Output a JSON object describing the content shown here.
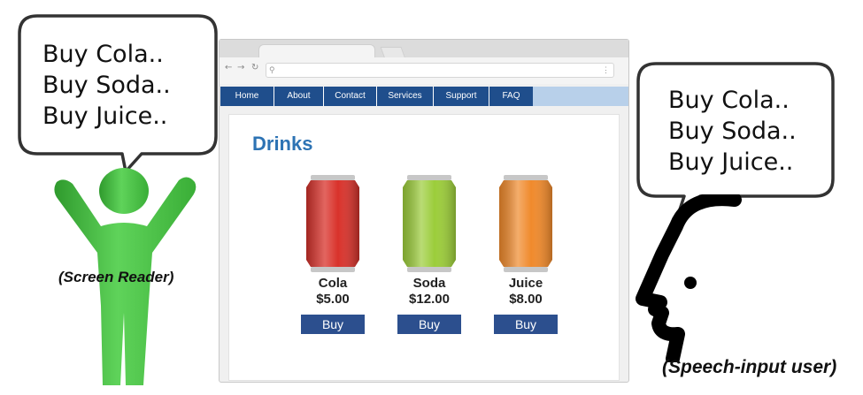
{
  "left_bubble": {
    "lines": [
      "Buy Cola..",
      "Buy Soda..",
      "Buy Juice.."
    ]
  },
  "right_bubble": {
    "lines": [
      "Buy Cola..",
      "Buy Soda..",
      "Buy Juice.."
    ]
  },
  "browser": {
    "nav": [
      "Home",
      "About",
      "Contact",
      "Services",
      "Support",
      "FAQ"
    ],
    "page_title": "Drinks",
    "products": [
      {
        "name": "Cola",
        "price": "$5.00",
        "button": "Buy",
        "color": "#d9322b"
      },
      {
        "name": "Soda",
        "price": "$12.00",
        "button": "Buy",
        "color": "#9ccd3a"
      },
      {
        "name": "Juice",
        "price": "$8.00",
        "button": "Buy",
        "color": "#f08a2c"
      }
    ]
  },
  "left_figure": {
    "caption": "(Screen Reader)",
    "color": "#4cc24a",
    "icon": "person-figure-icon"
  },
  "right_figure": {
    "caption": "(Speech-input user)",
    "color": "#000000",
    "icon": "head-profile-icon"
  }
}
